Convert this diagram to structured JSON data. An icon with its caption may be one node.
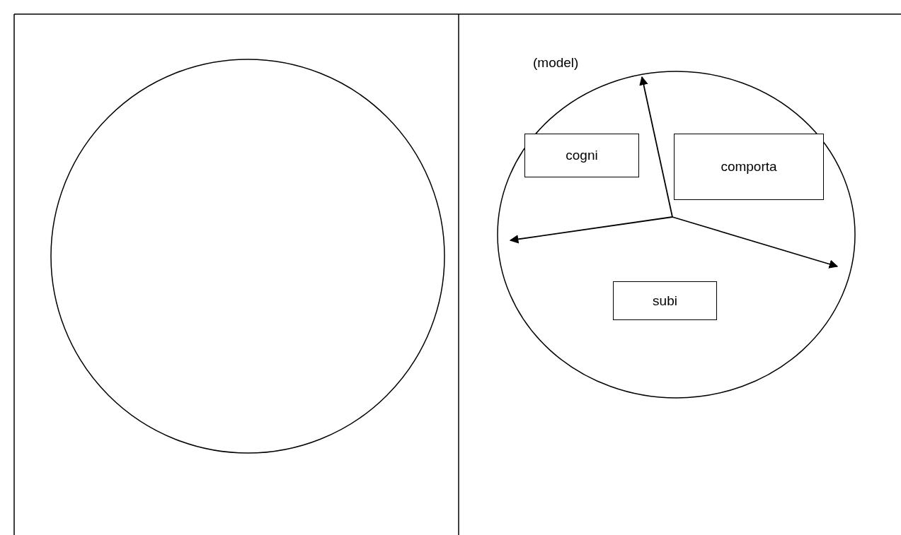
{
  "diagram": {
    "nodes": [
      {
        "text": [],
        "shape": "circle"
      },
      {
        "text": [
          "(model)"
        ]
      },
      {
        "text": [
          "cogni"
        ],
        "in": 1
      },
      {
        "text": [
          "comporta"
        ],
        "in": 1
      },
      {
        "text": [
          "subi"
        ],
        "in": 1
      }
    ],
    "edges": []
  }
}
